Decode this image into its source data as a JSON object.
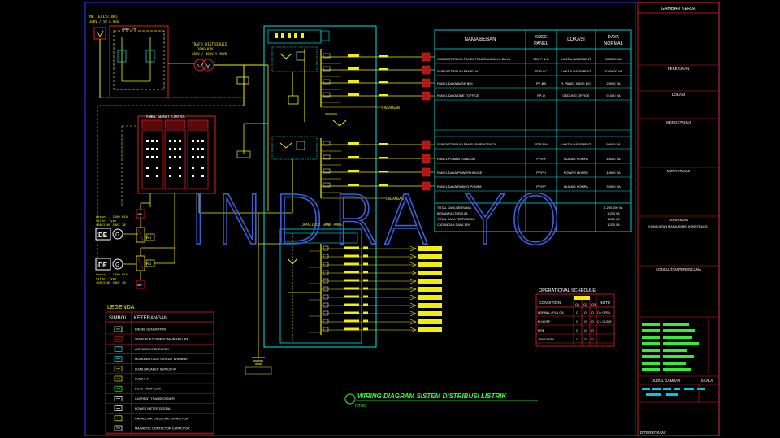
{
  "drawing": {
    "title": "WIRING DIAGRAM SISTEM DISTRIBUSI LISTRIK",
    "scale_note": "NTSC",
    "watermark": "INDRA YO",
    "colors": {
      "background": "#000000",
      "frame": "#2f2fe0",
      "cyan": "#00e5e5",
      "yellow": "#f0f000",
      "red": "#e02020",
      "green": "#33ff33",
      "white": "#ffffff",
      "watermark": "#3b5fd8"
    }
  },
  "top_left": {
    "supply_label_1": "MB (EXISTING)",
    "supply_label_2": "20KV / 50 A ABS",
    "transformer_label_1": "TRAFO DISTRIBUSI",
    "transformer_label_2": "1600 KVA",
    "transformer_label_3": "20KV / 400V Y YNYN",
    "mdp_label": "PANEL GENSET CONTROL"
  },
  "gensets": [
    {
      "symbol": "DE",
      "label_1": "Genset 1 1500 KVA",
      "label_2": "Silent Type",
      "label_3": "400/230V 50HZ 3Ø"
    },
    {
      "symbol": "DE",
      "label_1": "Genset 2 1500 KVA",
      "label_2": "Silent Type",
      "label_3": "400/230V 50HZ 3Ø"
    }
  ],
  "bus_labels": {
    "bus_1": "CADANGAN",
    "bus_2": "CADANGAN",
    "capacitor_panel": "CAPACITOR BANK PANEL"
  },
  "load_table": {
    "headers": [
      "NAMA BEBAN",
      "KODE PANEL",
      "LOKASI",
      "DAYA NORMAL"
    ],
    "rows": [
      [
        "SUB DISTRIBUSI PANEL PENERANGAN & DAYA",
        "SDP P & D",
        "LANTAI BASEMENT",
        "550000 VA"
      ],
      [
        "SUB DISTRIBUSI PANEL AC",
        "SDP AC",
        "LANTAI BASEMENT",
        "1040000 VA"
      ],
      [
        "PANEL DAYA BASE BOI",
        "PP-BB",
        "R. PANEL BASE BOI",
        "25000 VA"
      ],
      [
        "PANEL DAYA ONE TOFFICE",
        "PP-O",
        "GEDUNG OFFICE",
        "91000 VA"
      ],
      [
        "SUB DISTRIBUSI PANEL EMERGENCY",
        "SDP EM",
        "LANTAI BASEMENT",
        "60000 VA"
      ],
      [
        "PANEL POMPA EXHAUST",
        "PP.EX",
        "RUANG POMPA",
        "45000 VA"
      ],
      [
        "PANEL DAYA POWER HOUSE",
        "PP.PH",
        "POWER HOUSE",
        "15000 VA"
      ],
      [
        "PANEL DAYA RUANG POMPA",
        "PP.RP",
        "RUANG POMPA",
        "32000 VA"
      ]
    ],
    "totals": [
      [
        "TOTAL DAYA BERSAMA",
        "1.200.000 VA"
      ],
      [
        "BEBAN FAKTOR 0.85",
        "1.200 VA"
      ],
      [
        "TOTAL DAYA TERPASANG",
        "1.800 VA"
      ],
      [
        "CADANGAN DAYA 15%",
        "1.200 VA"
      ]
    ]
  },
  "operational_schedule": {
    "title": "OPERATIONAL SCHEDULE",
    "col_condition": "CONDITION",
    "col_q1": "Q1",
    "col_q2": "Q2",
    "col_q3": "Q3",
    "col_note": "NOTE",
    "rows": [
      {
        "condition": "NORMAL / PLN ON",
        "q1": "O",
        "q2": "O",
        "q3": "O",
        "note": "O = OPEN"
      },
      {
        "condition": "PLN OFF",
        "q1": "O",
        "q2": "O",
        "q3": "O",
        "note": "C = CLOSE"
      },
      {
        "condition": "FIRE",
        "q1": "O",
        "q2": "O",
        "q3": "O",
        "note": ""
      },
      {
        "condition": "TRAFO FAIL",
        "q1": "O",
        "q2": "O",
        "q3": "O",
        "note": ""
      }
    ]
  },
  "legend": {
    "title": "LEGENDA",
    "col_symbol": "SIMBOL",
    "col_desc": "KETERANGAN",
    "items": [
      {
        "icon": "diesel-generator-icon",
        "text": "DIESEL GENERATOR"
      },
      {
        "icon": "amf-sensor-icon",
        "text": "SENSOR AUTOMATIC MAIN FAILURE"
      },
      {
        "icon": "air-circuit-breaker-icon",
        "text": "AIR CIRCUIT BREAKER"
      },
      {
        "icon": "moulded-case-breaker-icon",
        "text": "MOULDED CASE CIRCUIT BREAKER"
      },
      {
        "icon": "load-break-switch-icon",
        "text": "LOAD BREAKER SWITCH 4P"
      },
      {
        "icon": "fuse-icon",
        "text": "FUSE 3 A"
      },
      {
        "icon": "pilot-lamp-icon",
        "text": "PILOT LAMP 220V"
      },
      {
        "icon": "current-transformer-icon",
        "text": "CURRENT TRANSFORMER"
      },
      {
        "icon": "power-meter-icon",
        "text": "POWER METER DIGITAL"
      },
      {
        "icon": "capacitor-icon",
        "text": "CAPACITOR ON DETAIL CAPACITOR"
      },
      {
        "icon": "magnetic-contactor-icon",
        "text": "MAGNETIC CONTACTOR CAPACITOR"
      }
    ]
  },
  "title_block": {
    "header": "GAMBAR KERJA",
    "fields": [
      "PEKERJAAN",
      "LOKASI",
      "MENGETAHUI",
      "MENYETUJUI",
      "DIPERIKSA"
    ],
    "consultant_line": "KONSULTAN MANAJEMEN KONSTRUKSI",
    "planner": "KONSULTAN PERENCANA",
    "judul_gambar": "JUDUL GAMBAR",
    "skala": "SKALA",
    "diterbitkan": "DITERBITKAN :"
  }
}
